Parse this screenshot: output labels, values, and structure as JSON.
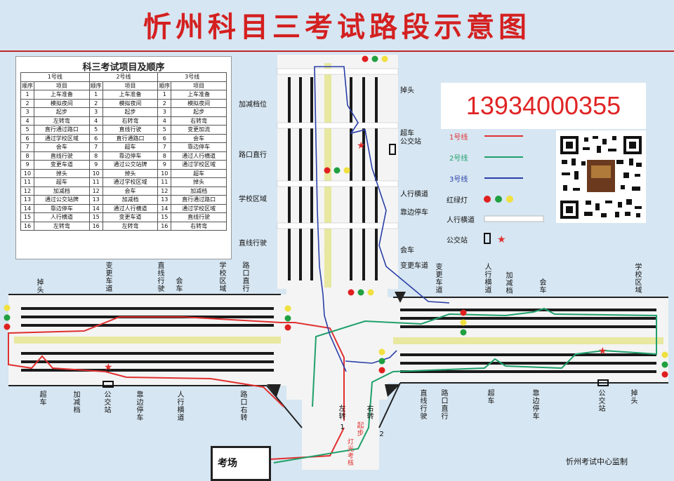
{
  "title": "忻州科目三考试路段示意图",
  "table": {
    "heading": "科三考试项目及顺序",
    "line_headers": [
      "1号线",
      "2号线",
      "3号线"
    ],
    "column_headers": [
      "顺序",
      "项目",
      "顺序",
      "项目",
      "顺序",
      "项目"
    ],
    "rows": [
      [
        "1",
        "上车准备",
        "1",
        "上车准备",
        "1",
        "上车准备"
      ],
      [
        "2",
        "模拟夜间",
        "2",
        "模拟夜间",
        "2",
        "模拟夜间"
      ],
      [
        "3",
        "起步",
        "3",
        "起步",
        "3",
        "起步"
      ],
      [
        "4",
        "左转弯",
        "4",
        "右转弯",
        "4",
        "右转弯"
      ],
      [
        "5",
        "直行通过路口",
        "5",
        "直线行驶",
        "5",
        "变更加流"
      ],
      [
        "6",
        "通过学校区域",
        "6",
        "直行通路口",
        "6",
        "会车"
      ],
      [
        "7",
        "会车",
        "7",
        "超车",
        "7",
        "靠边停车"
      ],
      [
        "8",
        "直线行驶",
        "8",
        "靠边停车",
        "8",
        "通过人行横道"
      ],
      [
        "9",
        "变更车道",
        "9",
        "通过公交站牌",
        "9",
        "通过学校区域"
      ],
      [
        "10",
        "掉头",
        "10",
        "掉头",
        "10",
        "超车"
      ],
      [
        "11",
        "超车",
        "11",
        "通过学校区域",
        "11",
        "掉头"
      ],
      [
        "12",
        "加减档",
        "12",
        "会车",
        "12",
        "加减档"
      ],
      [
        "13",
        "通过公交站牌",
        "13",
        "加减档",
        "13",
        "直行通过路口"
      ],
      [
        "14",
        "靠边停车",
        "14",
        "通过人行横道",
        "14",
        "通过学校区域"
      ],
      [
        "15",
        "人行横道",
        "15",
        "变更车道",
        "15",
        "直线行驶"
      ],
      [
        "16",
        "左转弯",
        "16",
        "左转弯",
        "16",
        "右转弯"
      ]
    ]
  },
  "phone": "13934000355",
  "legend": {
    "line1": "1号线",
    "line2": "2号线",
    "line3": "3号线",
    "traffic_light": "红绿灯",
    "crosswalk": "人行横道",
    "bus_stop": "公交站"
  },
  "vertical_road_labels": {
    "left": [
      "加减档位",
      "路口直行",
      "学校区域",
      "直线行驶"
    ],
    "right": [
      "掉头",
      "超车\n公交站",
      "人行横道",
      "靠边停车",
      "会车",
      "变更车道"
    ]
  },
  "left_top_labels": [
    "掉头",
    "变更车道",
    "直线行驶",
    "会车",
    "学校区域",
    "路口直行"
  ],
  "left_bottom_labels": [
    "超车",
    "加减档",
    "公交站",
    "靠边停车",
    "人行横道",
    "路口右转"
  ],
  "right_top_labels": [
    "变更车道",
    "人行横道",
    "加减档",
    "会车",
    "学校区域"
  ],
  "right_bottom_labels": [
    "直线行驶",
    "路口直行",
    "超车",
    "靠边停车",
    "公交站",
    "掉头"
  ],
  "center_labels": {
    "left_turn": "左转",
    "right_turn": "右转",
    "start": "起步",
    "light_test": "灯光考核",
    "num1": "1",
    "num2": "2"
  },
  "exam_site": "考场",
  "footer": "忻州考试中心监制",
  "colors": {
    "title": "#d42020",
    "line1": "#e03030",
    "line2": "#1fa06a",
    "line3": "#2a3fa8",
    "road": "#f4f4f4",
    "background": "#d6e6f2"
  }
}
